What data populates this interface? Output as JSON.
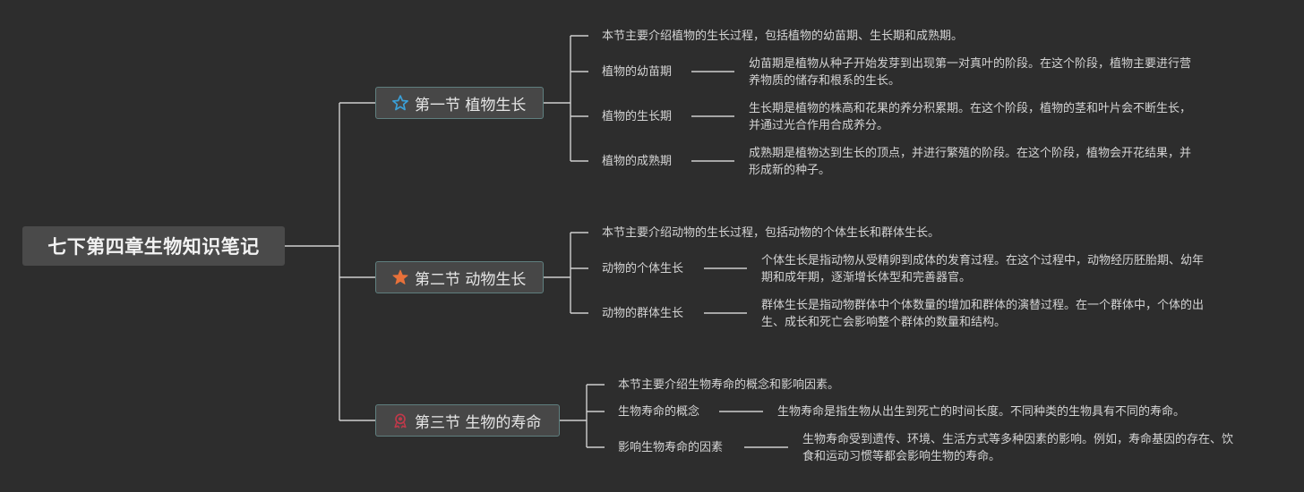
{
  "root": {
    "title": "七下第四章生物知识笔记"
  },
  "sections": [
    {
      "title": "第一节 植物生长",
      "icon": "outline-star-icon",
      "icon_color": "#3aa0d8",
      "intro": "本节主要介绍植物的生长过程，包括植物的幼苗期、生长期和成熟期。",
      "items": [
        {
          "label": "植物的幼苗期",
          "desc": "幼苗期是植物从种子开始发芽到出现第一对真叶的阶段。在这个阶段，植物主要进行营养物质的储存和根系的生长。"
        },
        {
          "label": "植物的生长期",
          "desc": "生长期是植物的株高和花果的养分积累期。在这个阶段，植物的茎和叶片会不断生长，并通过光合作用合成养分。"
        },
        {
          "label": "植物的成熟期",
          "desc": "成熟期是植物达到生长的顶点，并进行繁殖的阶段。在这个阶段，植物会开花结果，并形成新的种子。"
        }
      ]
    },
    {
      "title": "第二节 动物生长",
      "icon": "filled-star-icon",
      "icon_color": "#e8713a",
      "intro": "本节主要介绍动物的生长过程，包括动物的个体生长和群体生长。",
      "items": [
        {
          "label": "动物的个体生长",
          "desc": "个体生长是指动物从受精卵到成体的发育过程。在这个过程中，动物经历胚胎期、幼年期和成年期，逐渐增长体型和完善器官。"
        },
        {
          "label": "动物的群体生长",
          "desc": "群体生长是指动物群体中个体数量的增加和群体的演替过程。在一个群体中，个体的出生、成长和死亡会影响整个群体的数量和结构。"
        }
      ]
    },
    {
      "title": "第三节 生物的寿命",
      "icon": "award-ribbon-icon",
      "icon_color": "#c0394a",
      "intro": "本节主要介绍生物寿命的概念和影响因素。",
      "items": [
        {
          "label": "生物寿命的概念",
          "desc": "生物寿命是指生物从出生到死亡的时间长度。不同种类的生物具有不同的寿命。"
        },
        {
          "label": "影响生物寿命的因素",
          "desc": "生物寿命受到遗传、环境、生活方式等多种因素的影响。例如，寿命基因的存在、饮食和运动习惯等都会影响生物的寿命。"
        }
      ]
    }
  ],
  "colors": {
    "background": "#2d2d2d",
    "connector": "#cfcfcf",
    "section_border": "#5f7f7f"
  }
}
